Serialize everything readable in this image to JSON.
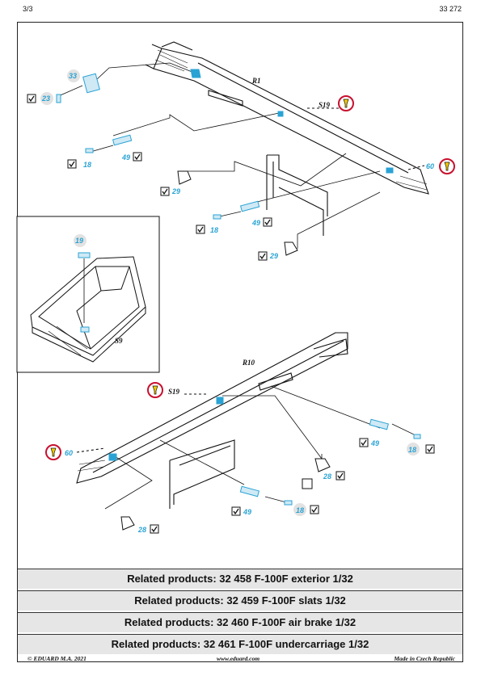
{
  "header": {
    "page": "3/3",
    "code": "33 272"
  },
  "parts": {
    "top": {
      "r": "R1",
      "s19": "S19",
      "p60": "60",
      "p33": "33",
      "p23": "23",
      "p18a": "18",
      "p49a": "49",
      "p29a": "29",
      "p18b": "18",
      "p49b": "49",
      "p29b": "29"
    },
    "inset": {
      "p19": "19",
      "s9": "S9"
    },
    "bottom": {
      "r": "R10",
      "s19": "S19",
      "p60": "60",
      "p49a": "49",
      "p18a": "18",
      "p28a": "28",
      "p49b": "49",
      "p18b": "18",
      "p28b": "28"
    }
  },
  "related": [
    "Related products: 32 458 F-100F exterior 1/32",
    "Related products: 32 459 F-100F slats 1/32",
    "Related products: 32 460 F-100F air brake 1/32",
    "Related products: 32 461 F-100F undercarriage 1/32"
  ],
  "footer": {
    "left": "© EDUARD  M.A. 2021",
    "center": "www.eduard.com",
    "right": "Made in Czech Republic"
  },
  "colors": {
    "accent": "#2aa3d4",
    "warning_ring": "#c8102e",
    "warning_fill": "#f5c800"
  }
}
